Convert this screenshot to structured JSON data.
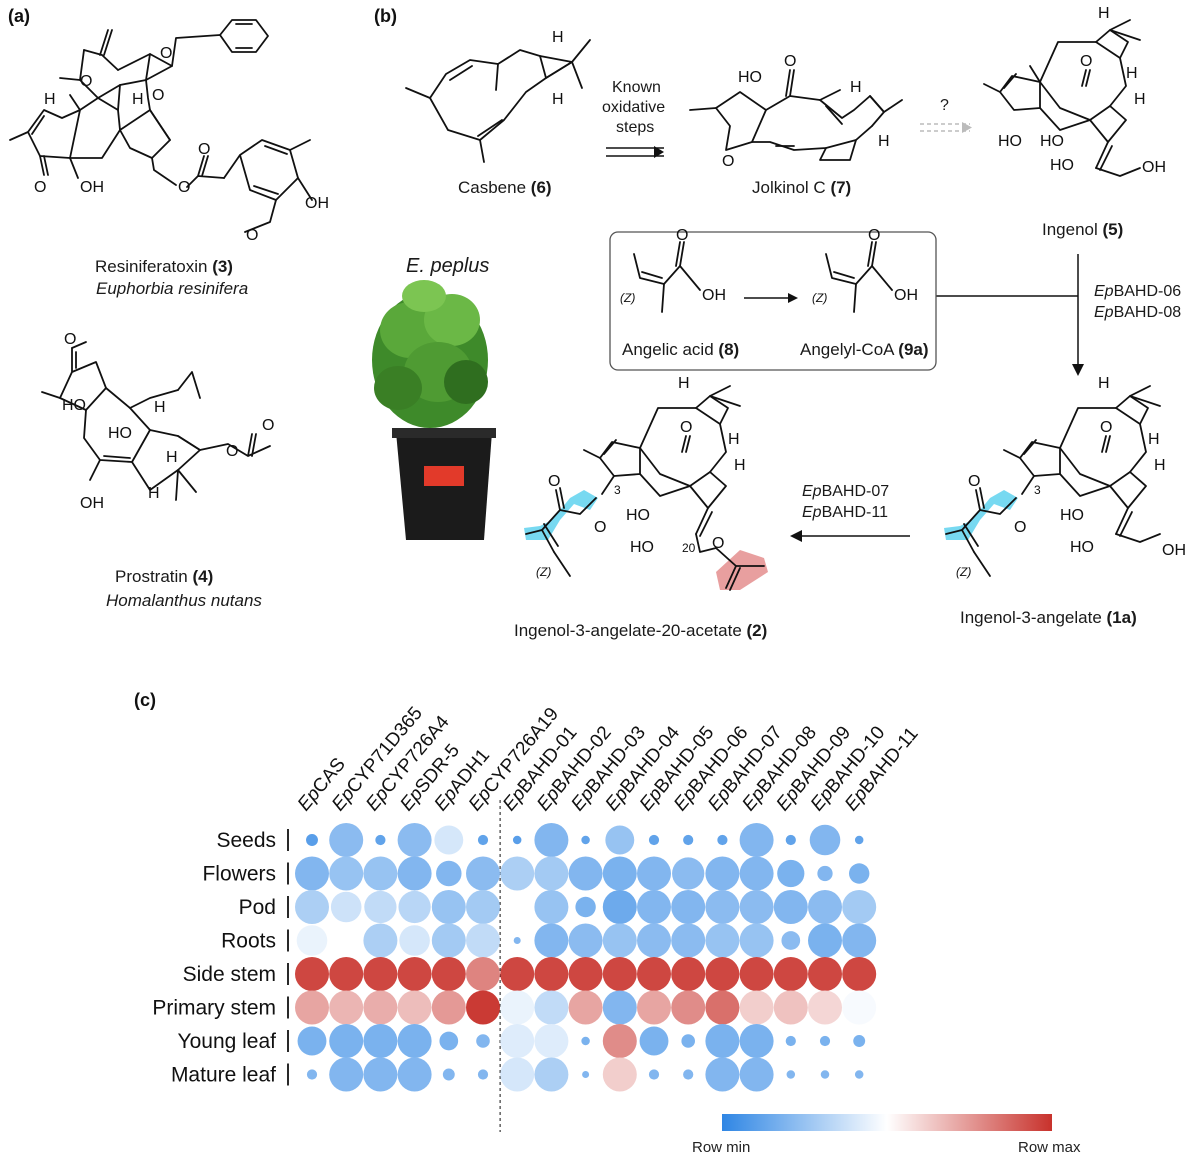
{
  "panels": {
    "a": "(a)",
    "b": "(b)",
    "c": "(c)"
  },
  "compounds": {
    "resiniferatoxin": {
      "name": "Resiniferatoxin",
      "number": "(3)",
      "source": "Euphorbia resinifera"
    },
    "prostratin": {
      "name": "Prostratin",
      "number": "(4)",
      "source": "Homalanthus nutans"
    },
    "casbene": {
      "name": "Casbene",
      "number": "(6)"
    },
    "jolkinol": {
      "name": "Jolkinol C",
      "number": "(7)"
    },
    "ingenol": {
      "name": "Ingenol",
      "number": "(5)"
    },
    "ingenol_angelate": {
      "name": "Ingenol-3-angelate",
      "number": "(1a)"
    },
    "ingenol_angelate_acetate": {
      "name": "Ingenol-3-angelate-20-acetate",
      "number": "(2)"
    },
    "angelic_acid": {
      "name": "Angelic acid",
      "number": "(8)"
    },
    "angelyl_coa": {
      "name": "Angelyl-CoA",
      "number": "(9a)"
    }
  },
  "atom_labels": {
    "O": "O",
    "OH": "OH",
    "HO": "HO",
    "H": "H",
    "Z": "(Z)",
    "c3": "3",
    "c20": "20"
  },
  "arrows": {
    "casbene_to_jolkinol": [
      "Known",
      "oxidative",
      "steps"
    ],
    "jolkinol_to_ingenol": "?",
    "ingenol_to_angelate": {
      "prefix": "Ep",
      "enzymes": [
        "BAHD-06",
        "BAHD-08"
      ]
    },
    "angelate_to_acetate": {
      "prefix": "Ep",
      "enzymes": [
        "BAHD-07",
        "BAHD-11"
      ]
    }
  },
  "plant": {
    "label": "E. peplus"
  },
  "heatmap": {
    "columns": [
      {
        "prefix": "Ep",
        "name": "CAS"
      },
      {
        "prefix": "Ep",
        "name": "CYP71D365"
      },
      {
        "prefix": "Ep",
        "name": "CYP726A4"
      },
      {
        "prefix": "Ep",
        "name": "SDR-5"
      },
      {
        "prefix": "Ep",
        "name": "ADH1"
      },
      {
        "prefix": "Ep",
        "name": "CYP726A19"
      },
      {
        "prefix": "Ep",
        "name": "BAHD-01"
      },
      {
        "prefix": "Ep",
        "name": "BAHD-02"
      },
      {
        "prefix": "Ep",
        "name": "BAHD-03"
      },
      {
        "prefix": "Ep",
        "name": "BAHD-04"
      },
      {
        "prefix": "Ep",
        "name": "BAHD-05"
      },
      {
        "prefix": "Ep",
        "name": "BAHD-06"
      },
      {
        "prefix": "Ep",
        "name": "BAHD-07"
      },
      {
        "prefix": "Ep",
        "name": "BAHD-08"
      },
      {
        "prefix": "Ep",
        "name": "BAHD-09"
      },
      {
        "prefix": "Ep",
        "name": "BAHD-10"
      },
      {
        "prefix": "Ep",
        "name": "BAHD-11"
      }
    ],
    "rows": [
      "Seeds",
      "Flowers",
      "Pod",
      "Roots",
      "Side stem",
      "Primary stem",
      "Young leaf",
      "Mature leaf"
    ],
    "values": [
      [
        0.1,
        0.22,
        0.12,
        0.22,
        0.4,
        0.12,
        0.1,
        0.2,
        0.12,
        0.25,
        0.12,
        0.12,
        0.12,
        0.2,
        0.12,
        0.2,
        0.12
      ],
      [
        0.2,
        0.25,
        0.25,
        0.2,
        0.2,
        0.22,
        0.3,
        0.28,
        0.2,
        0.18,
        0.2,
        0.22,
        0.2,
        0.2,
        0.18,
        0.2,
        0.18
      ],
      [
        0.3,
        0.38,
        0.35,
        0.33,
        0.25,
        0.28,
        0.25,
        0.25,
        0.18,
        0.15,
        0.2,
        0.2,
        0.22,
        0.22,
        0.2,
        0.22,
        0.28
      ],
      [
        0.45,
        0.5,
        0.3,
        0.4,
        0.28,
        0.35,
        0.2,
        0.2,
        0.22,
        0.25,
        0.22,
        0.22,
        0.25,
        0.25,
        0.22,
        0.18,
        0.2
      ],
      [
        0.95,
        0.95,
        0.95,
        0.95,
        0.95,
        0.8,
        0.95,
        0.95,
        0.95,
        0.95,
        0.95,
        0.95,
        0.95,
        0.95,
        0.95,
        0.95,
        0.95
      ],
      [
        0.72,
        0.68,
        0.7,
        0.66,
        0.75,
        0.98,
        0.45,
        0.35,
        0.72,
        0.2,
        0.72,
        0.78,
        0.85,
        0.62,
        0.65,
        0.6,
        0.48
      ],
      [
        0.18,
        0.18,
        0.18,
        0.18,
        0.18,
        0.2,
        0.42,
        0.42,
        0.18,
        0.78,
        0.18,
        0.18,
        0.18,
        0.18,
        0.18,
        0.18,
        0.18
      ],
      [
        0.2,
        0.2,
        0.2,
        0.2,
        0.2,
        0.2,
        0.4,
        0.3,
        0.2,
        0.62,
        0.2,
        0.2,
        0.2,
        0.2,
        0.2,
        0.2,
        0.2
      ]
    ],
    "sizes": [
      [
        0.35,
        1.0,
        0.3,
        1.0,
        0.85,
        0.3,
        0.25,
        1.0,
        0.25,
        0.85,
        0.3,
        0.3,
        0.3,
        1.0,
        0.3,
        0.9,
        0.25
      ],
      [
        1.0,
        1.0,
        1.0,
        1.0,
        0.75,
        1.0,
        1.0,
        1.0,
        1.0,
        1.0,
        1.0,
        0.95,
        1.0,
        1.0,
        0.8,
        0.45,
        0.6
      ],
      [
        1.0,
        0.9,
        0.95,
        0.95,
        1.0,
        1.0,
        0.0,
        1.0,
        0.6,
        1.0,
        1.0,
        1.0,
        1.0,
        1.0,
        1.0,
        1.0,
        1.0
      ],
      [
        0.9,
        0.8,
        1.0,
        0.9,
        1.0,
        1.0,
        0.2,
        1.0,
        1.0,
        1.0,
        1.0,
        1.0,
        1.0,
        1.0,
        0.55,
        1.0,
        1.0
      ],
      [
        1.0,
        1.0,
        1.0,
        1.0,
        1.0,
        1.0,
        1.0,
        1.0,
        1.0,
        1.0,
        1.0,
        1.0,
        1.0,
        1.0,
        1.0,
        1.0,
        1.0
      ],
      [
        1.0,
        1.0,
        1.0,
        1.0,
        1.0,
        1.0,
        1.0,
        1.0,
        1.0,
        1.0,
        1.0,
        1.0,
        1.0,
        1.0,
        1.0,
        1.0,
        1.0
      ],
      [
        0.85,
        1.0,
        1.0,
        1.0,
        0.55,
        0.4,
        1.0,
        1.0,
        0.25,
        1.0,
        0.85,
        0.4,
        1.0,
        1.0,
        0.3,
        0.3,
        0.35
      ],
      [
        0.3,
        1.0,
        1.0,
        1.0,
        0.35,
        0.3,
        1.0,
        1.0,
        0.2,
        1.0,
        0.3,
        0.3,
        1.0,
        1.0,
        0.25,
        0.25,
        0.25
      ]
    ],
    "divider_after_column": 5,
    "legend": {
      "min_label": "Row min",
      "max_label": "Row max"
    },
    "colors": {
      "min": "#2f86e4",
      "mid": "#ffffff",
      "max": "#c8322c"
    }
  },
  "highlight_colors": {
    "angelate": "#5fd2ee",
    "acetate": "#e48e8e"
  }
}
